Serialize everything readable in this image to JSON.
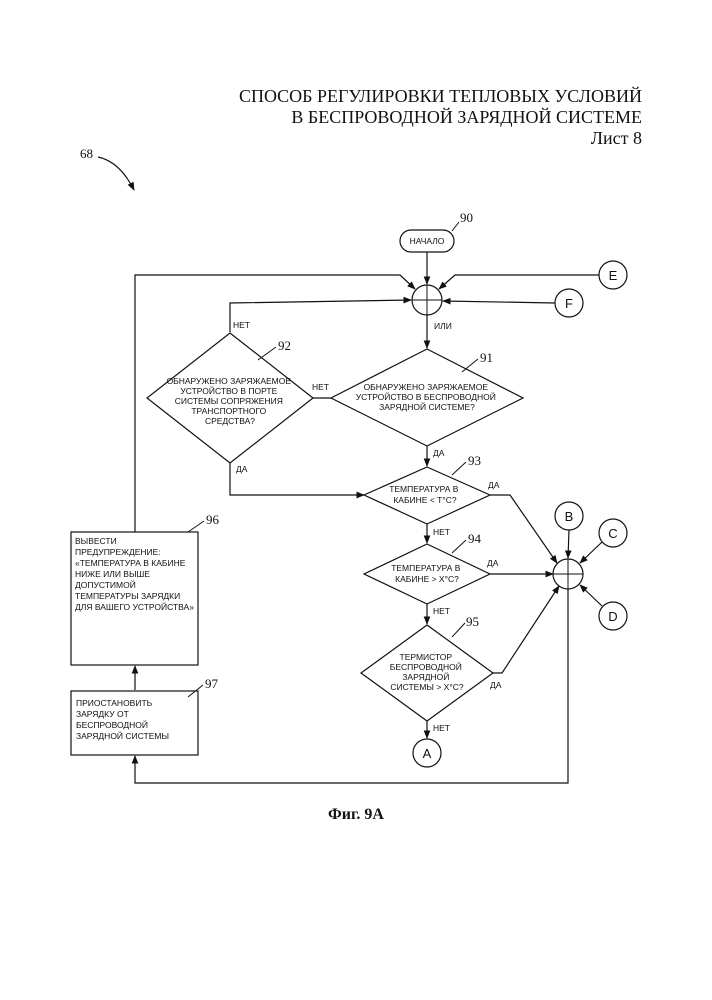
{
  "header": {
    "title_line1": "СПОСОБ РЕГУЛИРОВКИ ТЕПЛОВЫХ УСЛОВИЙ",
    "title_line2": "В БЕСПРОВОДНОЙ ЗАРЯДНОЙ СИСТЕМЕ",
    "sheet": "Лист 8"
  },
  "figure_ref": "68",
  "caption": "Фиг. 9А",
  "start": {
    "ref": "90",
    "label": "НАЧАЛО"
  },
  "junction_top": {
    "label": "ИЛИ"
  },
  "connectors": {
    "A": "A",
    "B": "B",
    "C": "C",
    "D": "D",
    "E": "E",
    "F": "F"
  },
  "decisions": {
    "d91": {
      "ref": "91",
      "lines": [
        "ОБНАРУЖЕНО ЗАРЯЖАЕМОЕ",
        "УСТРОЙСТВО В БЕСПРОВОДНОЙ",
        "ЗАРЯДНОЙ СИСТЕМЕ?"
      ],
      "no": "НЕТ",
      "yes": "ДА"
    },
    "d92": {
      "ref": "92",
      "lines": [
        "ОБНАРУЖЕНО ЗАРЯЖАЕМОЕ",
        "УСТРОЙСТВО В ПОРТЕ",
        "СИСТЕМЫ СОПРЯЖЕНИЯ",
        "ТРАНСПОРТНОГО",
        "СРЕДСТВА?"
      ],
      "no": "НЕТ",
      "yes": "ДА"
    },
    "d93": {
      "ref": "93",
      "lines": [
        "ТЕМПЕРАТУРА В",
        "КАБИНЕ < T°C?"
      ],
      "yes": "ДА",
      "no": "НЕТ"
    },
    "d94": {
      "ref": "94",
      "lines": [
        "ТЕМПЕРАТУРА В",
        "КАБИНЕ > X°C?"
      ],
      "yes": "ДА",
      "no": "НЕТ"
    },
    "d95": {
      "ref": "95",
      "lines": [
        "ТЕРМИСТОР",
        "БЕСПРОВОДНОЙ",
        "ЗАРЯДНОЙ",
        "СИСТЕМЫ > X°C?"
      ],
      "yes": "ДА",
      "no": "НЕТ"
    }
  },
  "boxes": {
    "b96": {
      "ref": "96",
      "lines": [
        "ВЫВЕСТИ",
        "ПРЕДУПРЕЖДЕНИЕ:",
        "«ТЕМПЕРАТУРА В КАБИНЕ",
        "НИЖЕ ИЛИ ВЫШЕ",
        "ДОПУСТИМОЙ",
        "ТЕМПЕРАТУРЫ ЗАРЯДКИ",
        "ДЛЯ ВАШЕГО УСТРОЙСТВА»"
      ]
    },
    "b97": {
      "ref": "97",
      "lines": [
        "ПРИОСТАНОВИТЬ",
        "ЗАРЯДКУ ОТ",
        "БЕСПРОВОДНОЙ",
        "ЗАРЯДНОЙ СИСТЕМЫ"
      ]
    }
  }
}
